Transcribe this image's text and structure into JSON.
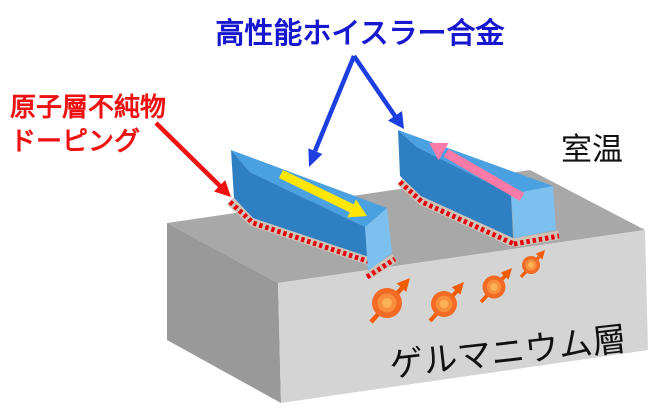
{
  "labels": {
    "heusler_alloy": "高性能ホイスラー合金",
    "doping_line1": "原子層不純物",
    "doping_line2": "ドーピング",
    "room_temperature": "室温",
    "germanium_layer": "ゲルマニウム層"
  },
  "diagram": {
    "electrode_count": 2,
    "spin_count": 4
  },
  "colors": {
    "background": "#ffffff",
    "heusler_text": "#1717d0",
    "doping_text": "#ee1111",
    "blue_arrow": "#1d3ee0",
    "red_arrow": "#ee1111",
    "bar_top": "#4aa1e1",
    "bar_front": "#2f80c3",
    "bar_end": "#7cc0f0",
    "substrate_top": "#a8a8a8",
    "substrate_left": "#999999",
    "substrate_front": "#d4d4d4",
    "doping_layer_base": "#cdc3b7",
    "doping_layer_dash": "#e8000d",
    "spin_outer": "#f26a24",
    "spin_mid": "#f78f3d",
    "spin_core": "#fbb156",
    "spin_arrow": "#f25c05",
    "yellow_arrow": "#ffe603",
    "pink_arrow": "#fb7aa8",
    "black_text": "#111111"
  }
}
